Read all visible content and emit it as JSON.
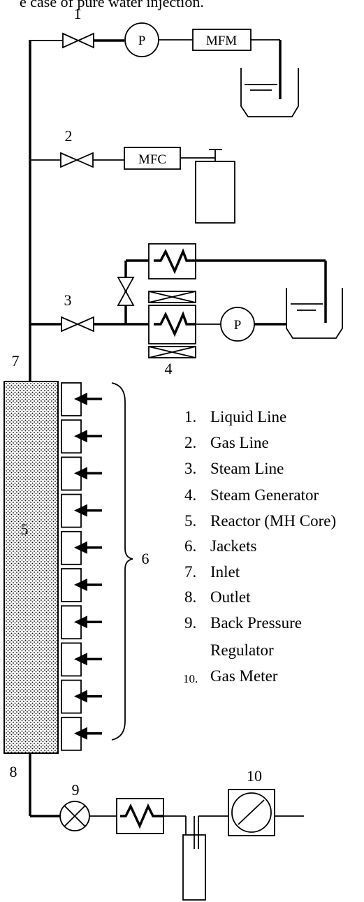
{
  "caption_fragment": "e case of pure water injection.",
  "labels": {
    "valve_1": "1",
    "valve_2": "2",
    "valve_3": "3",
    "steam_generator": "4",
    "reactor": "5",
    "jackets": "6",
    "inlet": "7",
    "outlet": "8",
    "bpr": "9",
    "gas_meter": "10"
  },
  "boxes": {
    "mfm": "MFM",
    "mfc": "MFC",
    "pump_top": "P",
    "pump_steam": "P"
  },
  "legend": [
    {
      "num": "1.",
      "text": "Liquid Line"
    },
    {
      "num": "2.",
      "text": "Gas Line"
    },
    {
      "num": "3.",
      "text": "Steam Line"
    },
    {
      "num": "4.",
      "text": "Steam Generator"
    },
    {
      "num": "5.",
      "text": "Reactor (MH Core)"
    },
    {
      "num": "6.",
      "text": "Jackets"
    },
    {
      "num": "7.",
      "text": "Inlet"
    },
    {
      "num": "8.",
      "text": "Outlet"
    },
    {
      "num": "9.",
      "text": "Back Pressure"
    },
    {
      "num": "",
      "text": "Regulator"
    },
    {
      "num": "10.",
      "text": "Gas Meter"
    }
  ],
  "jacket_count": 10
}
